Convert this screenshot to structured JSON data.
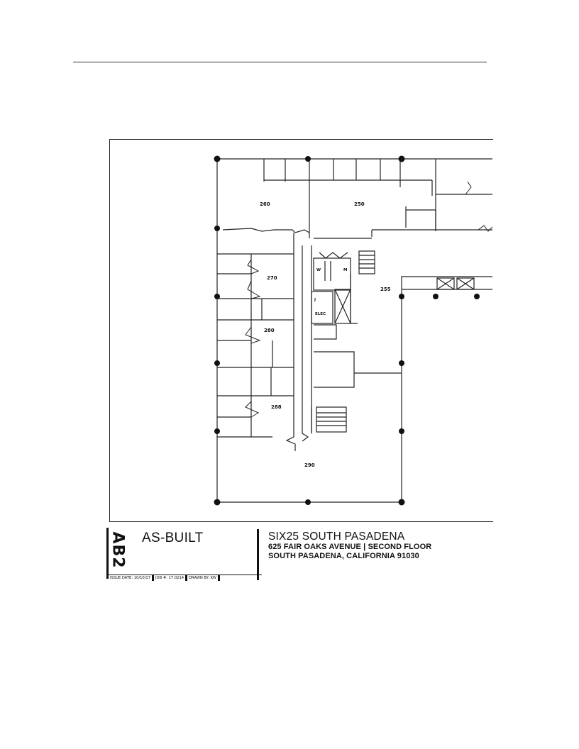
{
  "sheet": {
    "code": "AB2",
    "status": "AS-BUILT",
    "issue_date": "ISSUE DATE: 10/10/17",
    "job_number": "JOB #: 17.0214",
    "drawn_by": "DRAWN BY: KW"
  },
  "project": {
    "name": "SIX25 SOUTH PASADENA",
    "address_line1": "625 FAIR OAKS AVENUE | SECOND FLOOR",
    "address_line2": "SOUTH PASADENA, CALIFORNIA  91030"
  },
  "rooms": [
    {
      "id": "260",
      "label": "260"
    },
    {
      "id": "250",
      "label": "250"
    },
    {
      "id": "270",
      "label": "270"
    },
    {
      "id": "255",
      "label": "255"
    },
    {
      "id": "280",
      "label": "280"
    },
    {
      "id": "288",
      "label": "288"
    },
    {
      "id": "290",
      "label": "290"
    }
  ],
  "core_labels": {
    "women": "W",
    "men": "M",
    "janitor": "J",
    "electrical": "ELEC"
  }
}
